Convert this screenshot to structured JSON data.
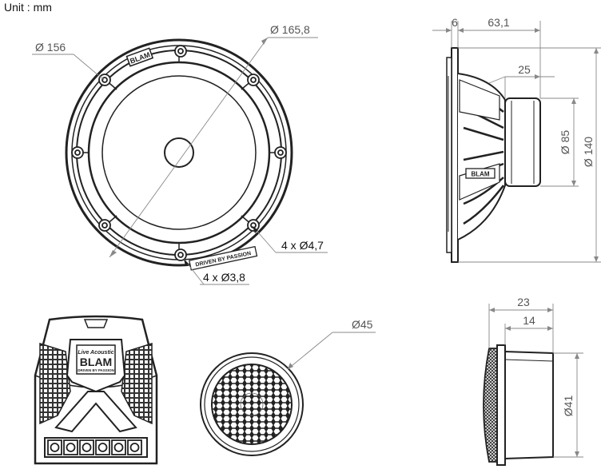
{
  "unit_label": "Unit : mm",
  "woofer_front": {
    "brand_mark": "BLAM",
    "slogan": "DRIVEN BY PASSION",
    "dim_outer": "Ø 165,8",
    "dim_inner": "Ø 156",
    "holes_large": "4 x Ø4,7",
    "holes_small": "4 x Ø3,8"
  },
  "woofer_side": {
    "dim_flange": "6",
    "dim_depth": "63,1",
    "dim_magnet_depth": "25",
    "dim_magnet_dia": "Ø 85",
    "dim_body_dia": "Ø 140",
    "brand_mark": "BLAM"
  },
  "crossover": {
    "brand_mark": "BLAM",
    "slogan": "DRIVEN BY PASSION",
    "script_mark": "Live Acoustic"
  },
  "tweeter_front": {
    "dim_dia": "Ø45"
  },
  "tweeter_side": {
    "dim_total_depth": "23",
    "dim_body_depth": "14",
    "dim_dia": "Ø41"
  }
}
